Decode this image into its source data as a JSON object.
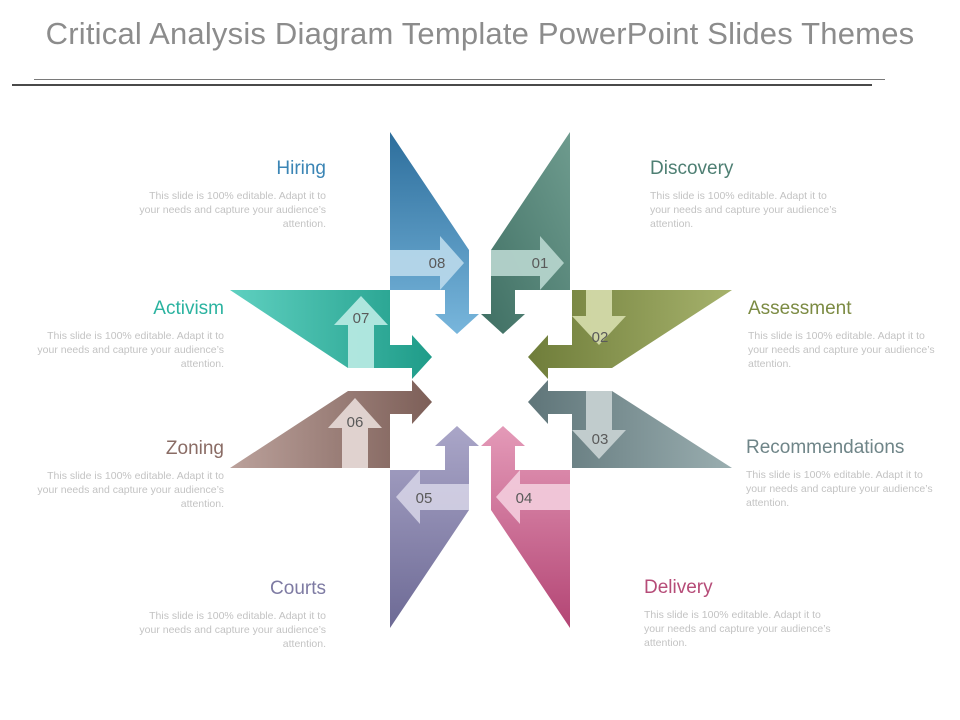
{
  "title": "Critical Analysis Diagram Template PowerPoint Slides Themes",
  "body_text": "This slide is 100% editable. Adapt it to your needs and capture your audience’s attention.",
  "items": [
    {
      "number": "01",
      "label": "Discovery",
      "color": "#4e7f73"
    },
    {
      "number": "02",
      "label": "Assessment",
      "color": "#7c8b43"
    },
    {
      "number": "03",
      "label": "Recommendations",
      "color": "#6f8588"
    },
    {
      "number": "04",
      "label": "Delivery",
      "color": "#b64c78"
    },
    {
      "number": "05",
      "label": "Courts",
      "color": "#7e7ba3"
    },
    {
      "number": "06",
      "label": "Zoning",
      "color": "#8a6c65"
    },
    {
      "number": "07",
      "label": "Activism",
      "color": "#2bb3a0"
    },
    {
      "number": "08",
      "label": "Hiring",
      "color": "#3b85b5"
    }
  ]
}
